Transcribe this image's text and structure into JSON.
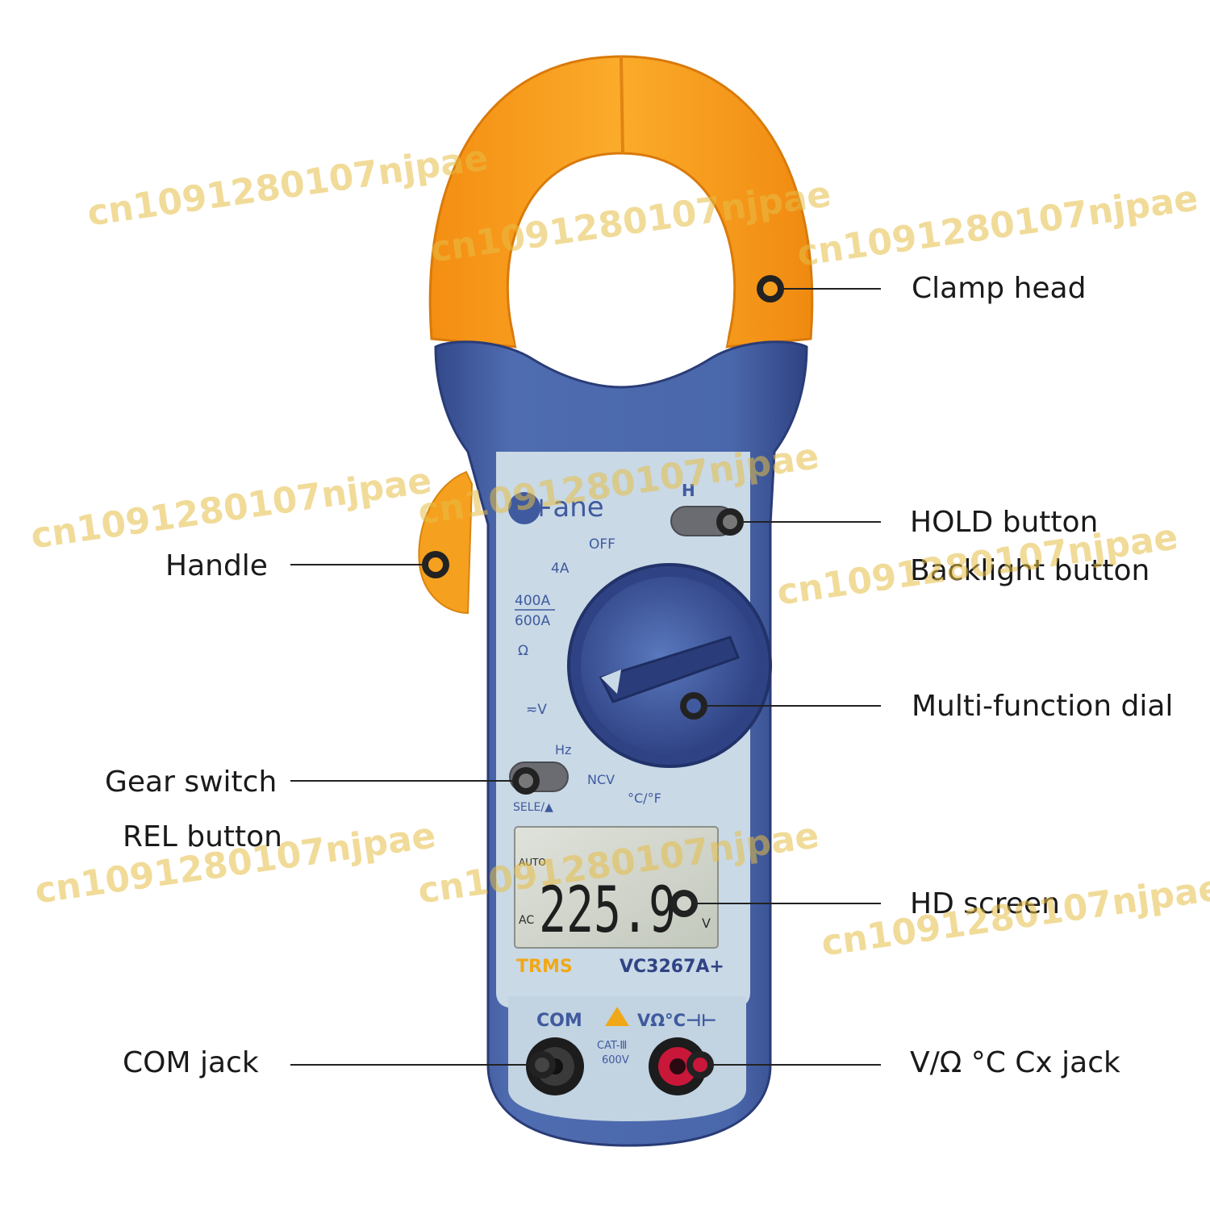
{
  "device": {
    "brand_logo": "e+ane",
    "model": "VC3267A+",
    "trms_label": "TRMS",
    "hold_key_label": "H",
    "sele_key_label": "SELE/▲",
    "lcd": {
      "reading": "225.9",
      "mode_ac": "AC",
      "mode_auto": "AUTO",
      "unit": "V"
    },
    "dial_positions": {
      "off": "OFF",
      "a4": "4A",
      "a400": "400A",
      "a600": "600A",
      "ohm": "Ω",
      "volts": "≂V",
      "hz": "Hz",
      "ncv": "NCV",
      "temp": "°C/°F"
    },
    "jacks": {
      "com_label": "COM",
      "input_label": "VΩ°C⊣⊢",
      "cat_label": "CAT-Ⅲ",
      "cat_voltage": "600V"
    }
  },
  "callouts": {
    "clamp_head": "Clamp head",
    "hold_button": "HOLD button",
    "backlight_button": "Backlight button",
    "handle": "Handle",
    "multi_function_dial": "Multi-function dial",
    "gear_switch": "Gear switch",
    "rel_button": "REL button",
    "hd_screen": "HD screen",
    "com_jack": "COM jack",
    "input_jack": "V/Ω °C Cx jack"
  },
  "watermark": {
    "text": "cn1091280107njpae"
  },
  "colors": {
    "clamp_orange": "#f7a21c",
    "body_blue": "#3f5a9e",
    "panel": "#c9d9e6",
    "lcd": "#cfd3c9",
    "trms_yellow": "#f1a817",
    "callout_line": "#222222"
  }
}
